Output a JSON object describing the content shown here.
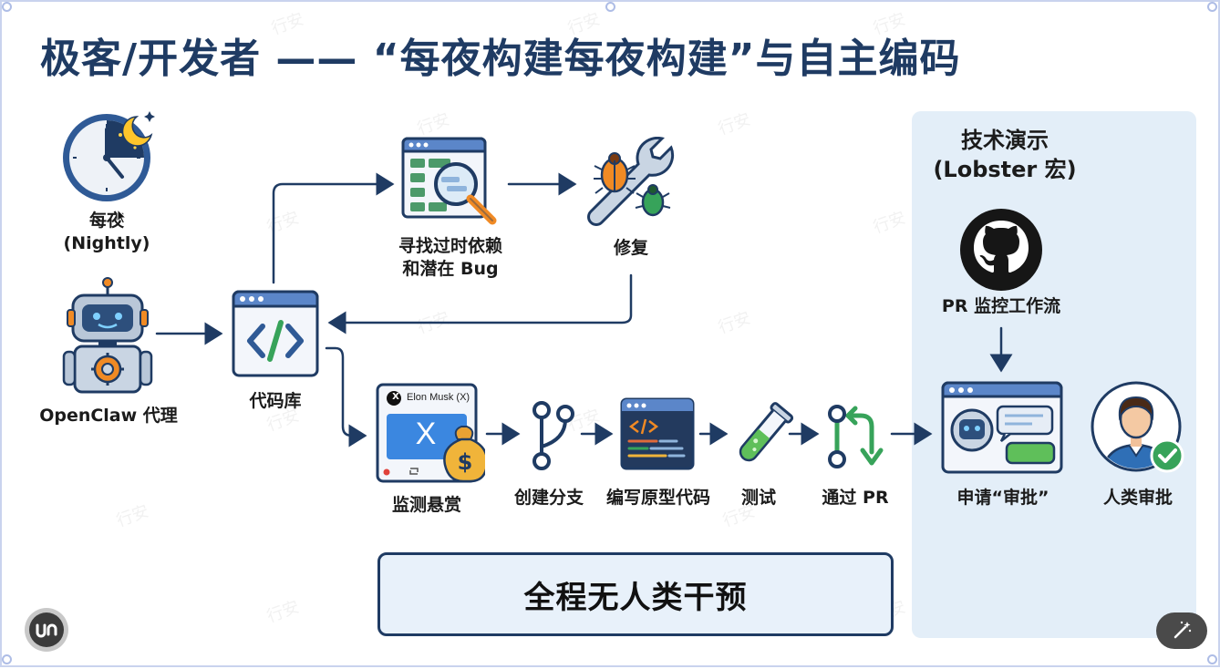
{
  "title": "极客/开发者 —— “每夜构建每夜构建”与自主编码",
  "nodes": {
    "nightly": "每夜\n(Nightly)",
    "agent": "OpenClaw 代理",
    "codebase": "代码库",
    "find_deps": "寻找过时依赖\n和潜在 Bug",
    "fix": "修复",
    "monitor_bounty": "监测悬赏",
    "create_branch": "创建分支",
    "write_prototype": "编写原型代码",
    "test": "测试",
    "pass_pr": "通过 PR",
    "request_approval": "申请“审批”",
    "human_approval": "人类审批"
  },
  "bounty_card": {
    "account": "Elon Musk (X)",
    "brand_glyph": "X",
    "currency_glyph": "$"
  },
  "demo": {
    "title": "技术演示\n(Lobster 宏)",
    "workflow": "PR 监控工作流"
  },
  "no_human_banner": "全程无人类干预",
  "watermark": "行安",
  "icons": [
    "clock-moon-icon",
    "robot-agent-icon",
    "code-window-icon",
    "magnify-window-icon",
    "bug-wrench-icon",
    "bounty-card-icon",
    "git-branch-icon",
    "code-editor-icon",
    "test-tube-icon",
    "pull-request-icon",
    "github-icon",
    "approval-chat-icon",
    "human-check-icon",
    "magic-wand-icon"
  ],
  "colors": {
    "title": "#1f3b63",
    "line": "#1f3b63",
    "panel": "#e3eef8",
    "accent_orange": "#f08a24",
    "accent_green": "#37a35a",
    "window_blue": "#5b86c9"
  }
}
